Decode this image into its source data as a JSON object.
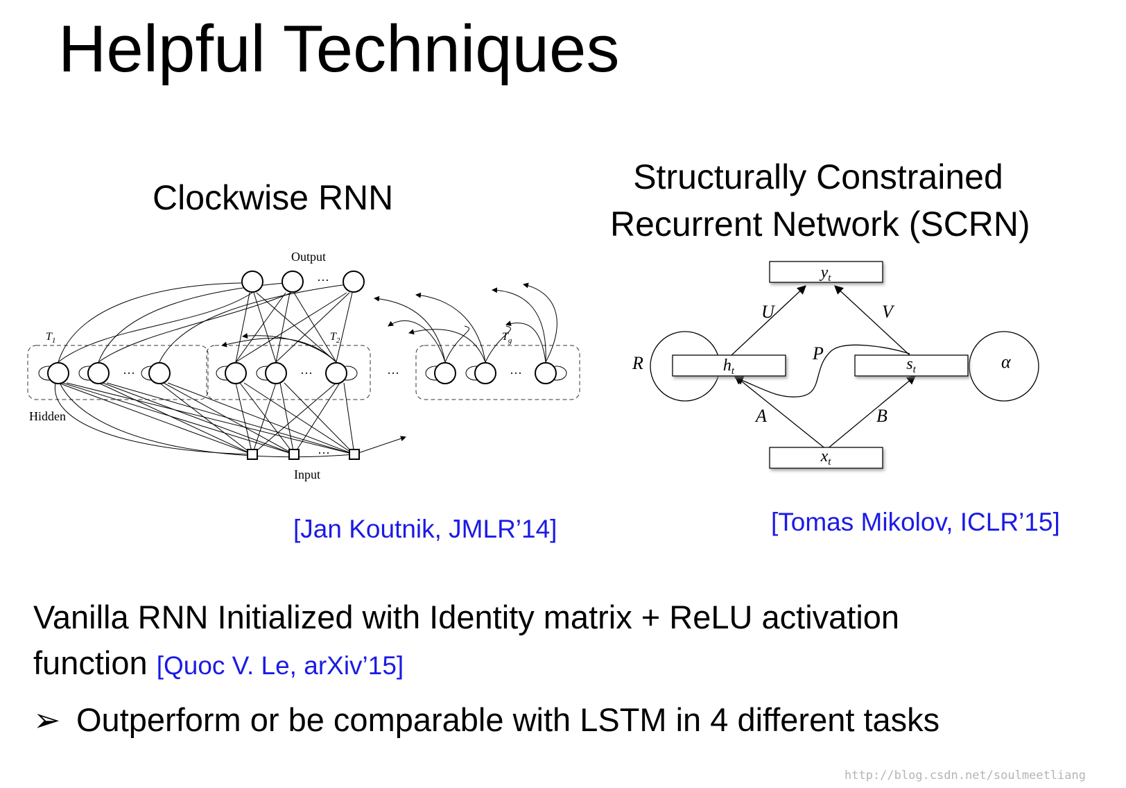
{
  "slide": {
    "title": "Helpful Techniques",
    "left": {
      "heading": "Clockwise RNN",
      "citation": "[Jan Koutnik, JMLR’14]",
      "diagram": {
        "output_label": "Output",
        "hidden_label": "Hidden",
        "input_label": "Input",
        "group_labels": [
          "T",
          "T",
          "T"
        ],
        "group_subscripts": [
          "1",
          "2",
          "g"
        ],
        "ellipsis": "···"
      }
    },
    "right": {
      "heading_line1": "Structurally Constrained",
      "heading_line2": "Recurrent Network (SCRN)",
      "citation": "[Tomas Mikolov, ICLR’15]",
      "diagram": {
        "y_main": "y",
        "y_sub": "t",
        "h_main": "h",
        "h_sub": "t",
        "s_main": "s",
        "s_sub": "t",
        "x_main": "x",
        "x_sub": "t",
        "U": "U",
        "V": "V",
        "R": "R",
        "P": "P",
        "A": "A",
        "B": "B",
        "alpha": "α"
      }
    },
    "body": {
      "line1": "Vanilla RNN Initialized with Identity matrix + ReLU activation",
      "line2": "function",
      "line2_citation": "[Quoc V. Le, arXiv’15]",
      "bullet_symbol": "➢",
      "bullet": "Outperform or be comparable with LSTM in 4 different tasks"
    },
    "watermark": "http://blog.csdn.net/soulmeetliang"
  }
}
